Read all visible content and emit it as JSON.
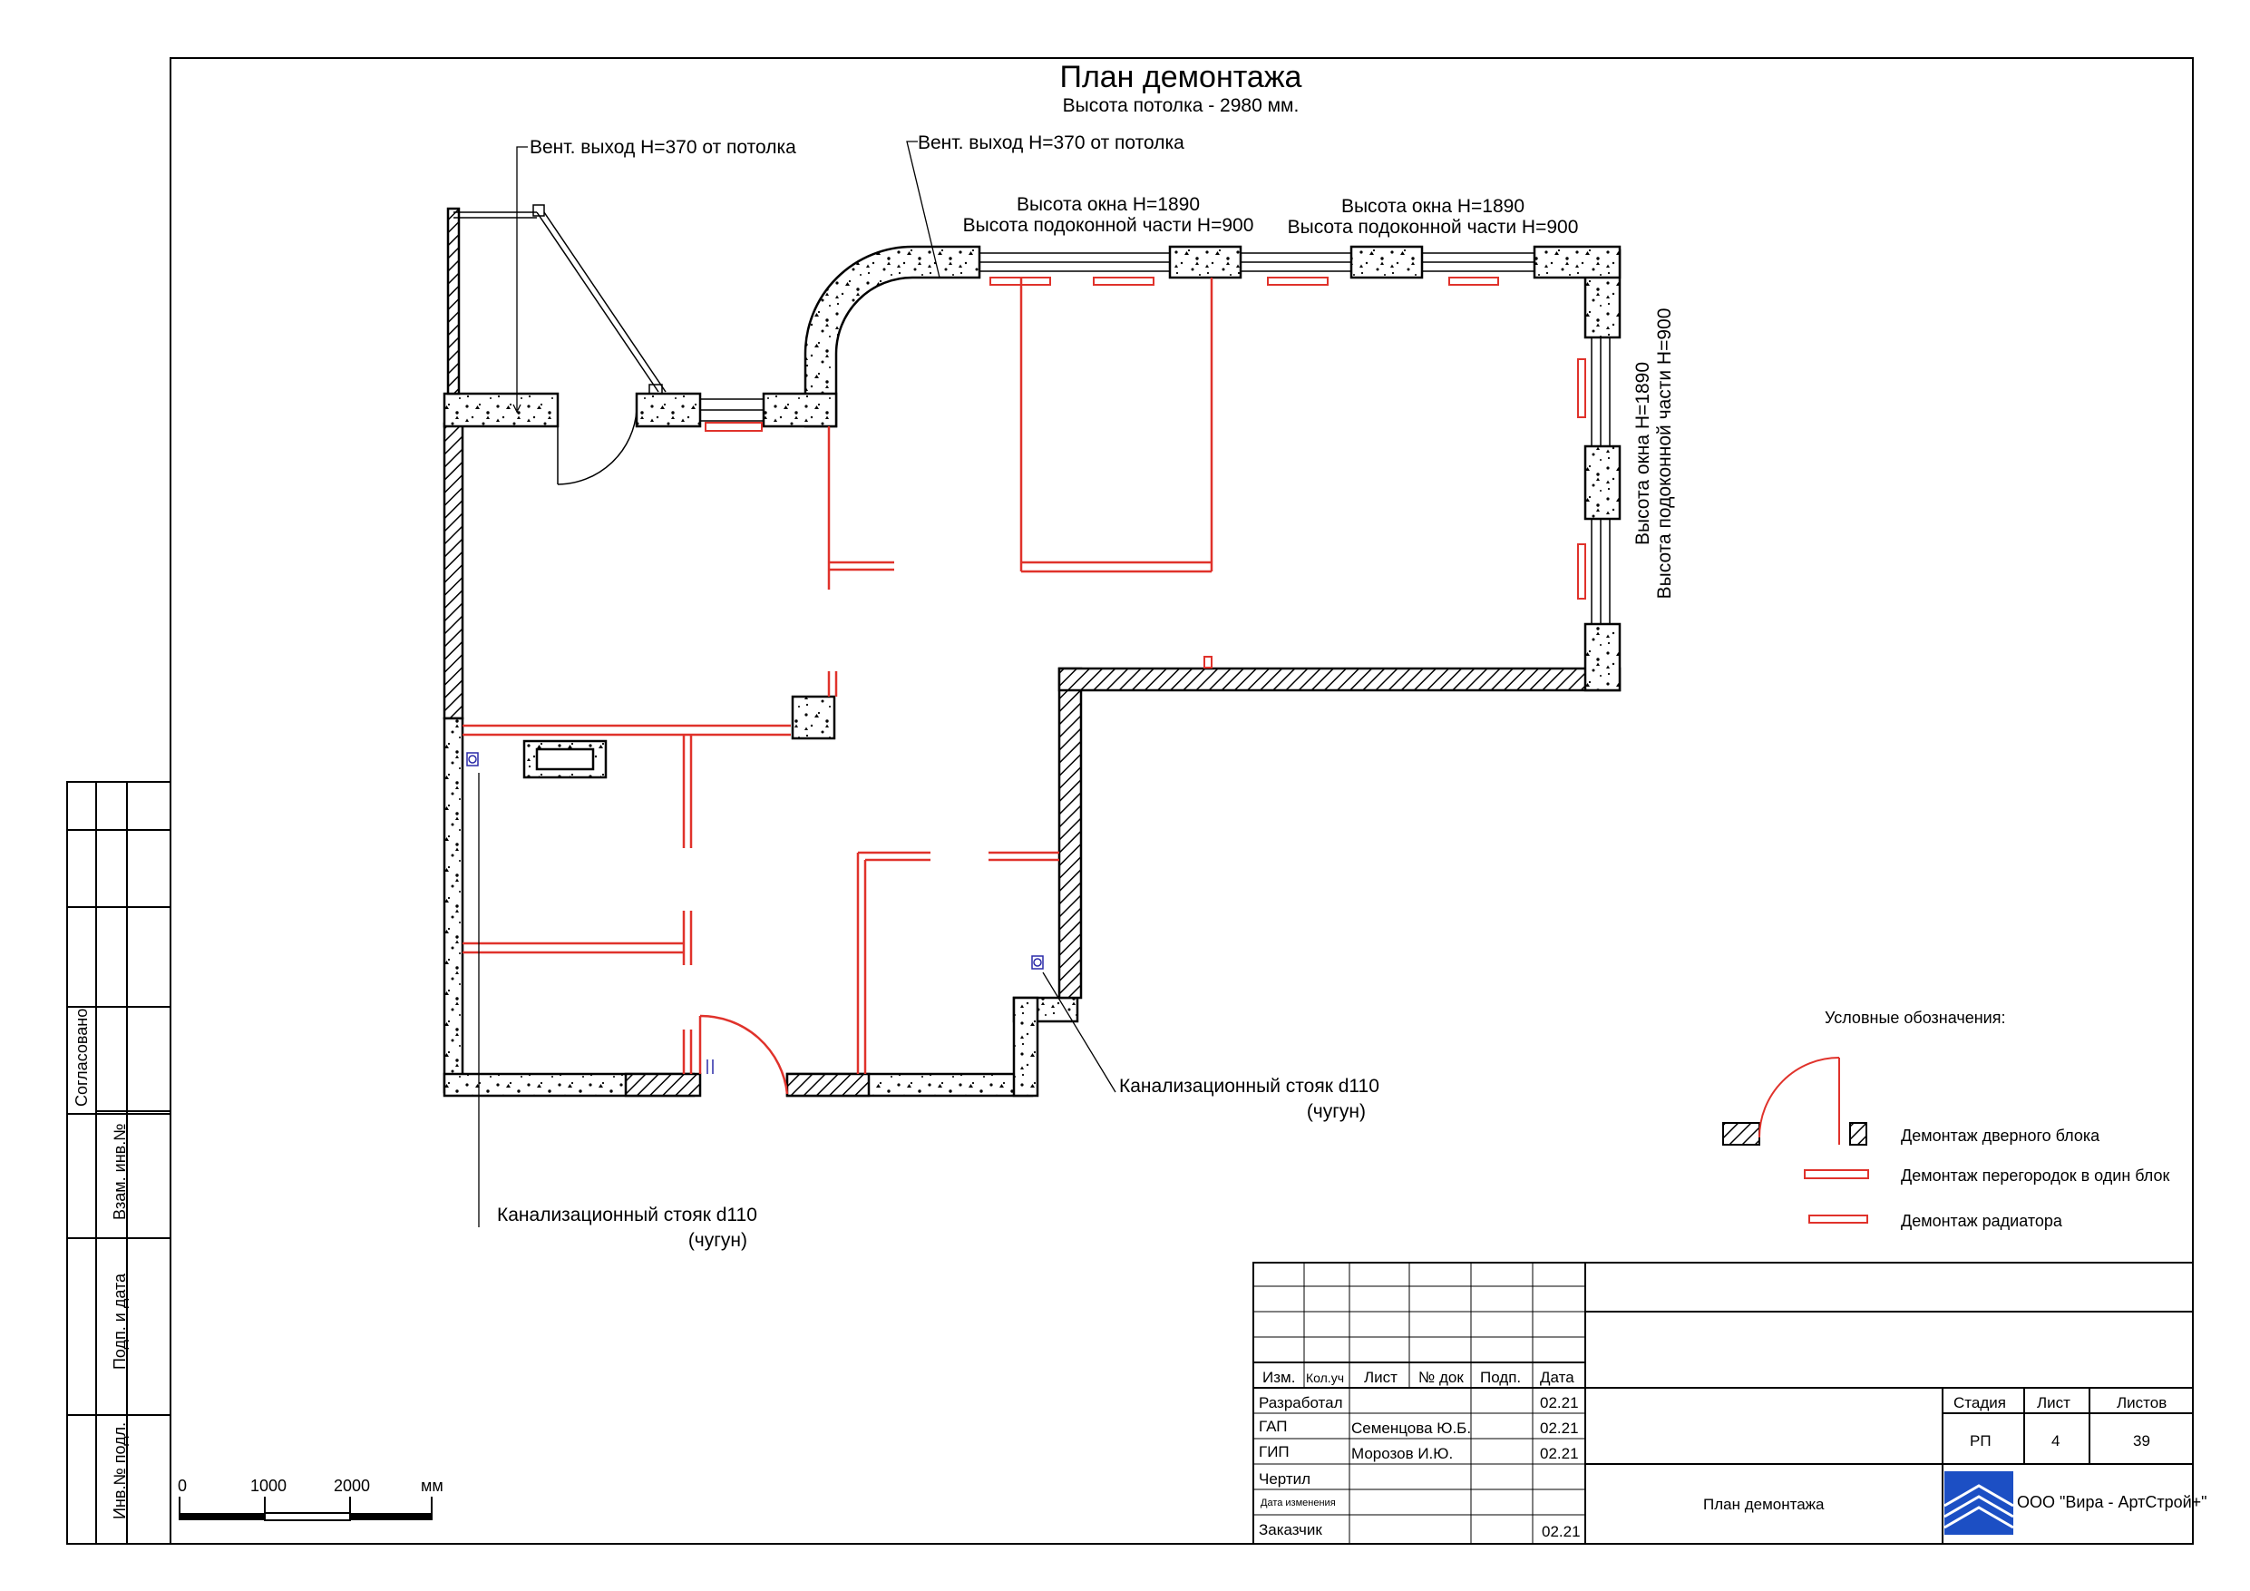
{
  "sheet": {
    "title": "План демонтажа",
    "ceiling_height": "Высота потолка - 2980 мм."
  },
  "annotations": {
    "vent_left": "Вент. выход Н=370 от потолка",
    "vent_right": "Вент. выход Н=370 от потолка",
    "window_top_left": {
      "line1": "Высота окна Н=1890",
      "line2": "Высота подоконной части Н=900"
    },
    "window_top_right": {
      "line1": "Высота окна Н=1890",
      "line2": "Высота подоконной части Н=900"
    },
    "window_right": {
      "line1": "Высота окна Н=1890",
      "line2": "Высота подоконной части Н=900"
    },
    "sewer_right": {
      "line1": "Канализационный стояк d110",
      "line2": "(чугун)"
    },
    "sewer_left": {
      "line1": "Канализационный стояк d110",
      "line2": "(чугун)"
    }
  },
  "legend": {
    "title": "Условные обозначения:",
    "items": [
      "Демонтаж дверного блока",
      "Демонтаж перегородок в один блок",
      "Демонтаж радиатора"
    ]
  },
  "scale_bar": {
    "labels": [
      "0",
      "1000",
      "2000"
    ],
    "unit": "мм"
  },
  "side_stamp": {
    "agreed": "Согласовано",
    "replace_inv": "Взам. инв.№",
    "sign_date": "Подп. и дата",
    "inv_orig": "Инв.№ подл."
  },
  "title_block": {
    "headers": [
      "Изм.",
      "Кол.уч",
      "Лист",
      "№ док",
      "Подп.",
      "Дата"
    ],
    "rows": [
      {
        "role": "Разработал",
        "name": "",
        "date": "02.21"
      },
      {
        "role": "ГАП",
        "name": "Семенцова Ю.Б.",
        "date": "02.21"
      },
      {
        "role": "ГИП",
        "name": "Морозов И.Ю.",
        "date": "02.21"
      },
      {
        "role": "Чертил",
        "name": "",
        "date": ""
      },
      {
        "role": "Дата изменения",
        "name": "",
        "date": ""
      },
      {
        "role": "Заказчик",
        "name": "",
        "date": "02.21"
      }
    ],
    "drawing_name": "План демонтажа",
    "stage_label": "Стадия",
    "sheet_label": "Лист",
    "sheets_label": "Листов",
    "stage": "РП",
    "sheet": "4",
    "sheets": "39",
    "company": "ООО \"Вира - АртСтрой+\""
  },
  "colors": {
    "demolition": "#e0322b",
    "lines": "#000000",
    "riser": "#2a2aa8"
  }
}
